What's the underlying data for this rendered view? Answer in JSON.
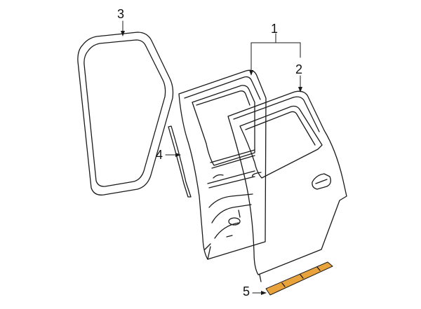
{
  "callouts": {
    "part1": "1",
    "part2": "2",
    "part3": "3",
    "part4": "4",
    "part5": "5"
  },
  "colors": {
    "line": "#1a1a1a",
    "highlight": "#e8a33c"
  }
}
